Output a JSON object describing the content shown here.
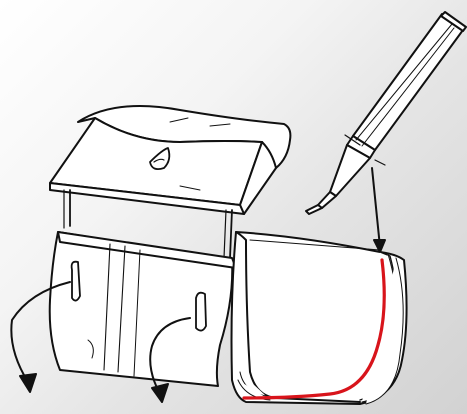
{
  "scene": {
    "background": "light-gray-gradient",
    "stroke_color": "#111111",
    "sealant_bead_color": "#d8141b"
  },
  "parts": [
    {
      "name": "caulk-tube",
      "role": "sealant applicator"
    },
    {
      "name": "gutter-end-cap",
      "role": "hinged cap with water-drop emblem"
    },
    {
      "name": "gutter-section",
      "role": "curved gutter body"
    },
    {
      "name": "sealant-bead",
      "role": "red line along gutter edge"
    }
  ],
  "icons": [
    "water-drop-icon",
    "arrow-down-icon",
    "curved-arrow-icon"
  ]
}
